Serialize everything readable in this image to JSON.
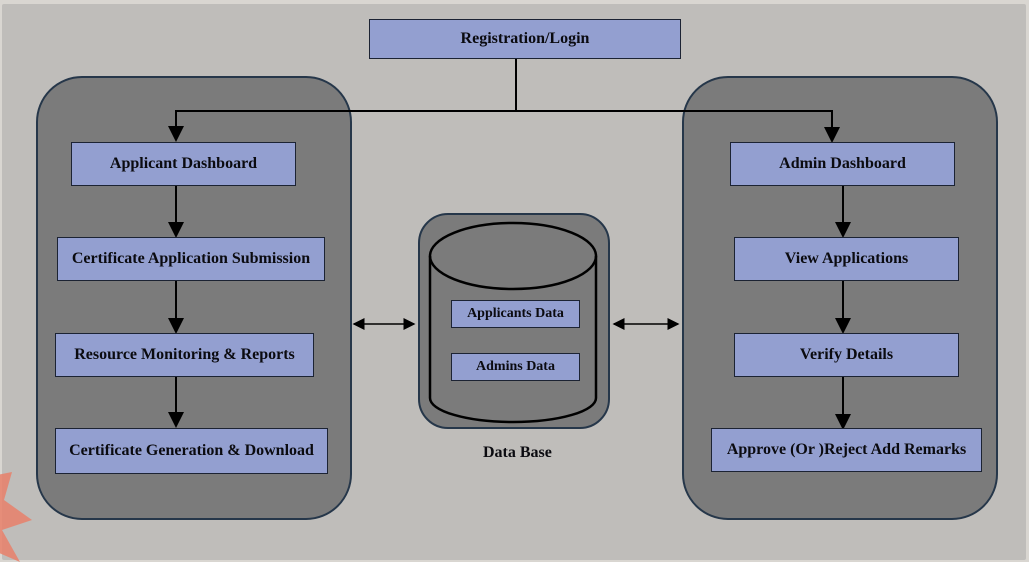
{
  "diagram": {
    "top_node": "Registration/Login",
    "applicant_flow": [
      "Applicant Dashboard",
      "Certificate Application Submission",
      "Resource Monitoring & Reports",
      "Certificate Generation & Download"
    ],
    "admin_flow": [
      "Admin Dashboard",
      "View Applications",
      "Verify Details",
      "Approve (Or )Reject Add Remarks"
    ],
    "database": {
      "label": "Data Base",
      "items": [
        "Applicants Data",
        "Admins Data"
      ]
    },
    "colors": {
      "node_fill": "#939fd0",
      "group_fill": "#7b7b7b",
      "group_border": "#26374a",
      "background": "#bfbdba"
    }
  }
}
